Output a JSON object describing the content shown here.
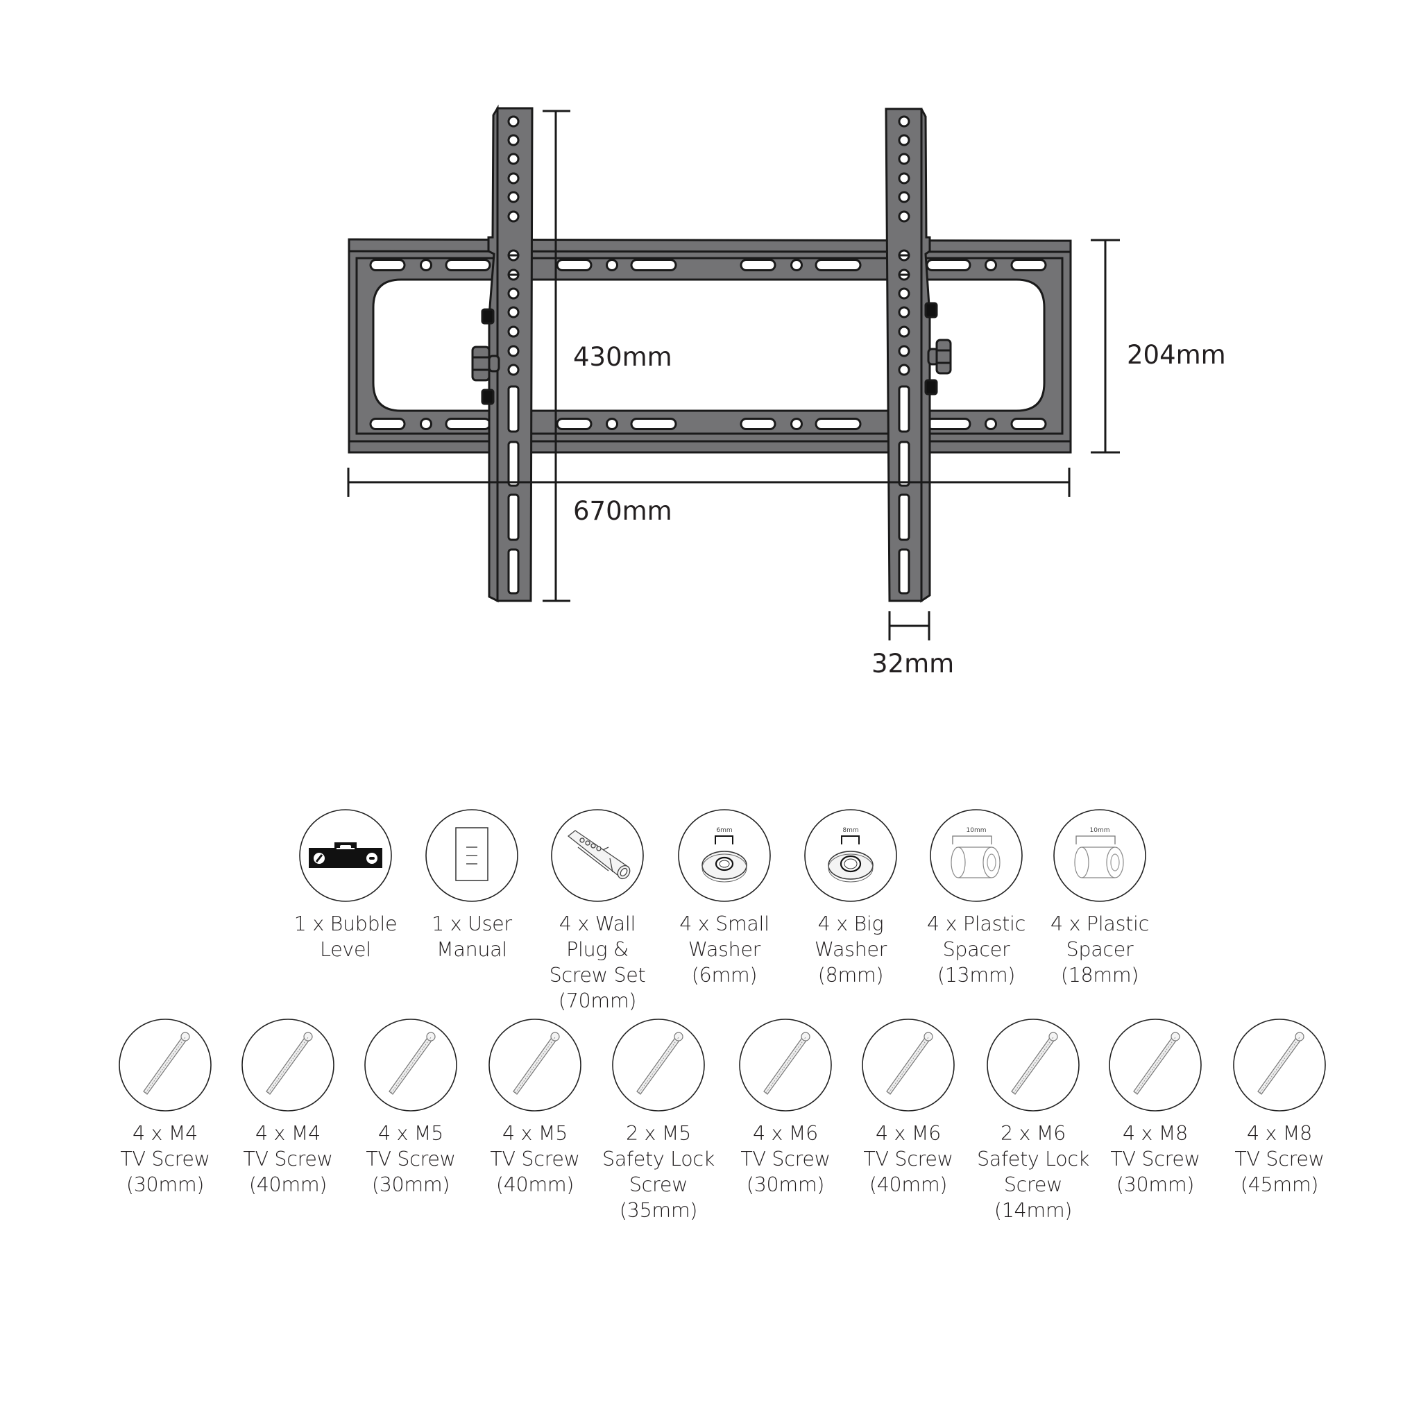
{
  "colors": {
    "bracket_fill": "#737375",
    "outline": "#1a1a1a",
    "text": "#231f20",
    "hole": "#ffffff"
  },
  "dimensions": {
    "arm_height": "430mm",
    "frame_width": "670mm",
    "frame_height": "204mm",
    "arm_width": "32mm"
  },
  "accessories_row1": [
    {
      "icon": "bubble-level-icon",
      "lines": [
        "1 x Bubble",
        "Level"
      ]
    },
    {
      "icon": "user-manual-icon",
      "lines": [
        "1 x User",
        "Manual"
      ]
    },
    {
      "icon": "wall-plug-icon",
      "lines": [
        "4 x Wall",
        "Plug &",
        "Screw Set",
        "(70mm)"
      ]
    },
    {
      "icon": "small-washer-icon",
      "icon_text": "6mm",
      "lines": [
        "4 x Small",
        "Washer",
        "(6mm)"
      ]
    },
    {
      "icon": "big-washer-icon",
      "icon_text": "8mm",
      "lines": [
        "4 x Big",
        "Washer",
        "(8mm)"
      ]
    },
    {
      "icon": "spacer-icon",
      "icon_text": "10mm",
      "lines": [
        "4 x Plastic",
        "Spacer",
        "(13mm)"
      ]
    },
    {
      "icon": "spacer-icon",
      "icon_text": "10mm",
      "lines": [
        "4 x Plastic",
        "Spacer",
        "(18mm)"
      ]
    }
  ],
  "accessories_row2": [
    {
      "icon": "screw-icon",
      "lines": [
        "4 x M4",
        "TV Screw",
        "(30mm)"
      ]
    },
    {
      "icon": "screw-icon",
      "lines": [
        "4 x M4",
        "TV Screw",
        "(40mm)"
      ]
    },
    {
      "icon": "screw-icon",
      "lines": [
        "4 x M5",
        "TV Screw",
        "(30mm)"
      ]
    },
    {
      "icon": "screw-icon",
      "lines": [
        "4 x M5",
        "TV Screw",
        "(40mm)"
      ]
    },
    {
      "icon": "screw-icon",
      "lines": [
        "2 x M5",
        "Safety Lock",
        "Screw",
        "(35mm)"
      ]
    },
    {
      "icon": "screw-icon",
      "lines": [
        "4 x M6",
        "TV Screw",
        "(30mm)"
      ]
    },
    {
      "icon": "screw-icon",
      "lines": [
        "4 x M6",
        "TV Screw",
        "(40mm)"
      ]
    },
    {
      "icon": "screw-icon",
      "lines": [
        "2 x M6",
        "Safety Lock",
        "Screw",
        "(14mm)"
      ]
    },
    {
      "icon": "screw-icon",
      "lines": [
        "4 x M8",
        "TV Screw",
        "(30mm)"
      ]
    },
    {
      "icon": "screw-icon",
      "lines": [
        "4 x M8",
        "TV Screw",
        "(45mm)"
      ]
    }
  ]
}
